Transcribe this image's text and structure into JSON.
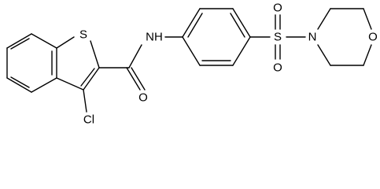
{
  "atoms": {
    "s_thiophene": "S",
    "cl": "Cl",
    "o_carbonyl": "O",
    "nh": "NH",
    "s_sulfonyl": "S",
    "o_sulfonyl_top": "O",
    "o_sulfonyl_bottom": "O",
    "n_morpholine": "N",
    "o_morpholine": "O"
  },
  "colors": {
    "stroke": "#000000",
    "background": "#ffffff"
  }
}
